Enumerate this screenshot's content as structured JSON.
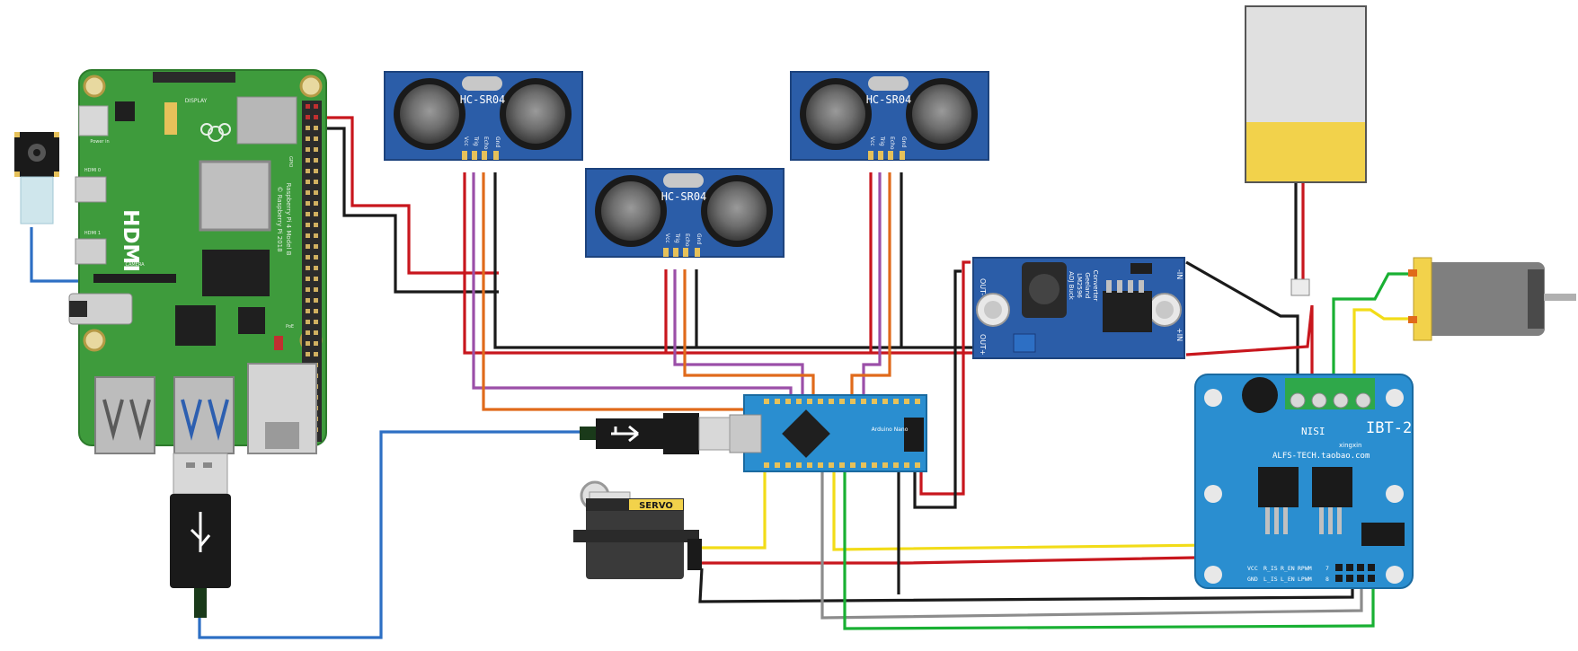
{
  "raspberry_pi": {
    "hdmi_label": "HDMI",
    "model_text": "Raspberry Pi 4 Model B",
    "copyright_text": "© Raspberry Pi 2018",
    "display_label": "DISPLAY",
    "camera_label": "CAMERA",
    "power_label": "Power in",
    "hdmi0_label": "HDMI 0",
    "hdmi1_label": "HDMI 1",
    "poe_label": "PoE",
    "gpio_label": "GPIO"
  },
  "ultrasonic_sensors": [
    {
      "label": "HC-SR04",
      "pins": [
        "Vcc",
        "Trig",
        "Echo",
        "Gnd"
      ]
    },
    {
      "label": "HC-SR04",
      "pins": [
        "Vcc",
        "Trig",
        "Echo",
        "Gnd"
      ]
    },
    {
      "label": "HC-SR04",
      "pins": [
        "Vcc",
        "Trig",
        "Echo",
        "Gnd"
      ]
    }
  ],
  "buck_converter": {
    "line1": "Geeland",
    "line2": "LM2596",
    "line3": "ADJ Buck",
    "line4": "Converter",
    "out_minus": "OUT-",
    "out_plus": "OUT+",
    "in_minus": "-IN",
    "in_plus": "+IN"
  },
  "motor_driver": {
    "title": "IBT-2",
    "brand": "NISI",
    "maker": "xingxin",
    "url": "ALFS-TECH.taobao.com",
    "pin_row1": [
      "VCC",
      "R_IS",
      "R_EN",
      "RPWM"
    ],
    "pin_row2": [
      "GND",
      "L_IS",
      "L_EN",
      "LPWM"
    ],
    "pin_num1": "7",
    "pin_num2": "8"
  },
  "servo": {
    "label": "SERVO"
  },
  "arduino": {
    "label": "Arduino Nano"
  },
  "colors": {
    "red": "#c8161d",
    "black": "#1a1a1a",
    "orange": "#e06a1b",
    "purple": "#9b4fa8",
    "blue": "#2d6fc4",
    "yellow": "#f2dc18",
    "green": "#19b033",
    "gray": "#8c8c8c",
    "pcb_green": "#3e9b3c",
    "sensor_blue": "#2b5da8",
    "ibt_blue": "#2a8ed0"
  }
}
